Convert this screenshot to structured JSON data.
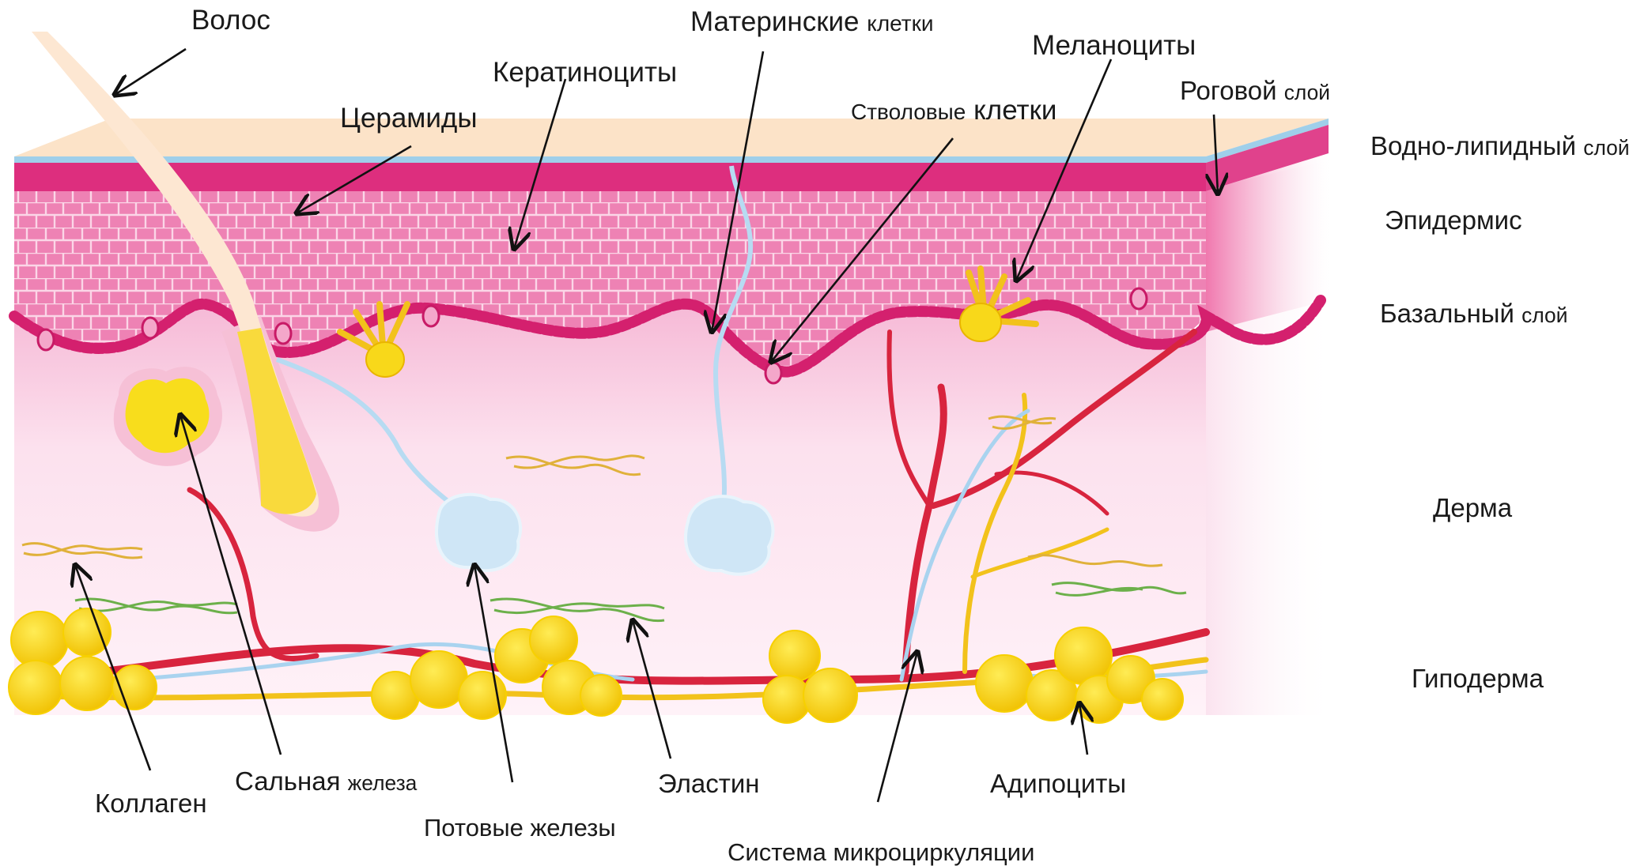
{
  "labels": {
    "hair": "Волос",
    "stem_main": "Материнские",
    "stem_small": "клетки",
    "melanocytes": "Меланоциты",
    "keratinocytes": "Кератиноциты",
    "ceramides": "Церамиды",
    "stratum_main": "Роговой",
    "stratum_small": "слой",
    "stemcells_small": "Стволовые",
    "stemcells_main": "клетки",
    "collagen": "Коллаген",
    "sebaceous_main": "Сальная",
    "sebaceous_small": "железа",
    "sweat": "Потовые железы",
    "elastin": "Эластин",
    "adipocytes": "Адипоциты",
    "microcirculation": "Система микроциркуляции"
  },
  "layers": {
    "water_lipid_main": "Водно-липидный",
    "water_lipid_small": "слой",
    "epidermis": "Эпидермис",
    "basal_main": "Базальный",
    "basal_small": "слой",
    "dermis": "Дерма",
    "hypodermis": "Гиподерма"
  },
  "colors": {
    "epidermis": "#ee82b4",
    "horny_layer": "#dd2e7e",
    "lipid_layer": "#9fcfea",
    "top_surface": "#fce3c8",
    "dermis": "#fcdaea",
    "vessel": "#d8243e",
    "nerve": "#f2c21b",
    "fat": "#f8d81a",
    "sweat_gland": "#cfe6f6",
    "collagen_fiber": "#e0b13a",
    "elastin_fiber": "#6cb04a"
  }
}
